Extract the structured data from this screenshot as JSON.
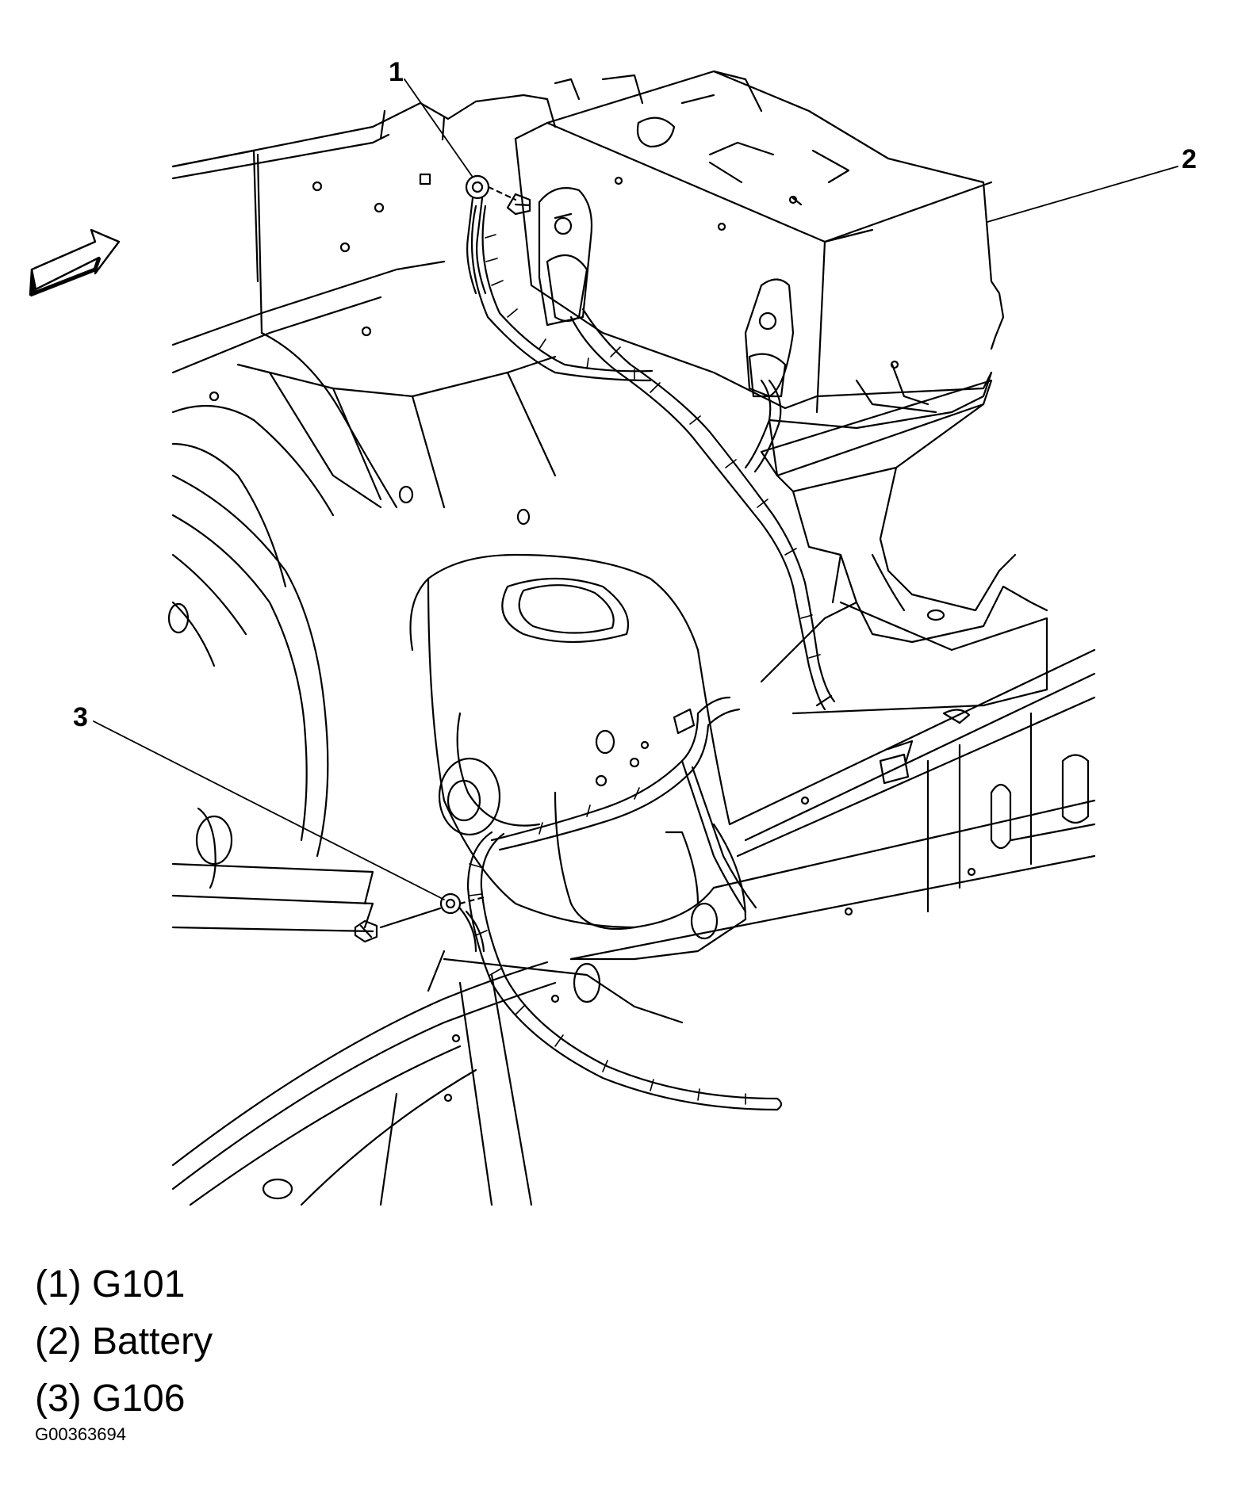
{
  "callouts": {
    "c1": "1",
    "c2": "2",
    "c3": "3"
  },
  "legend": [
    {
      "num": "(1)",
      "label": "G101"
    },
    {
      "num": "(2)",
      "label": "Battery"
    },
    {
      "num": "(3)",
      "label": "G106"
    }
  ],
  "figure_id": "G00363694",
  "icons": {
    "direction_arrow": "forward-arrow-icon",
    "fastener": "bolt-icon",
    "terminal": "ring-terminal-icon"
  }
}
